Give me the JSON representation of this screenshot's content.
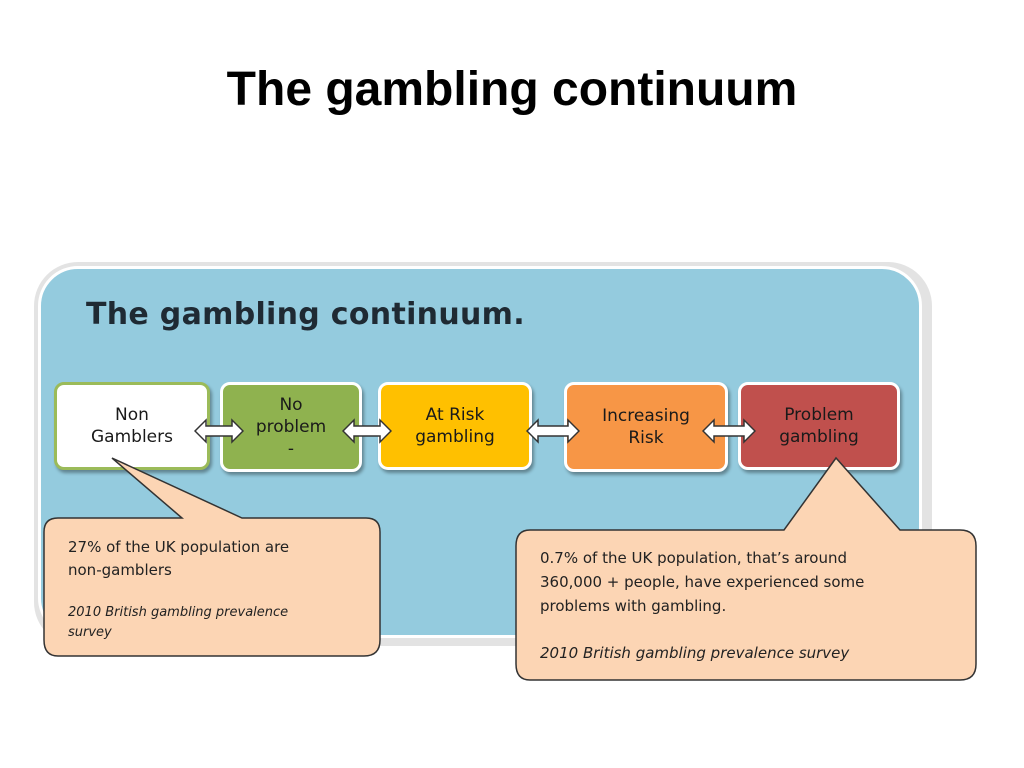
{
  "title": "The gambling continuum",
  "panel": {
    "heading": "The gambling continuum."
  },
  "stages": [
    {
      "label": "Non\nGamblers"
    },
    {
      "label": "No\nproblem\n-"
    },
    {
      "label": "At Risk\ngambling"
    },
    {
      "label": "Increasing\nRisk"
    },
    {
      "label": "Problem\ngambling"
    }
  ],
  "callouts": {
    "left": {
      "line1": "27% of the UK population are",
      "line2": "non-gamblers",
      "source1": "2010 British gambling prevalence",
      "source2": "survey"
    },
    "right": {
      "line1": "0.7% of the UK population, that’s around",
      "line2": "360,000 + people, have experienced some",
      "line3": "problems with gambling.",
      "source": "2010 British gambling prevalence survey"
    }
  },
  "colors": {
    "panel": "#94cbde",
    "non_gamblers_border": "#9bbb59",
    "no_problem": "#8fb24f",
    "at_risk": "#ffc000",
    "increasing_risk": "#f79646",
    "problem": "#c0504d",
    "callout": "#fcd5b4"
  }
}
